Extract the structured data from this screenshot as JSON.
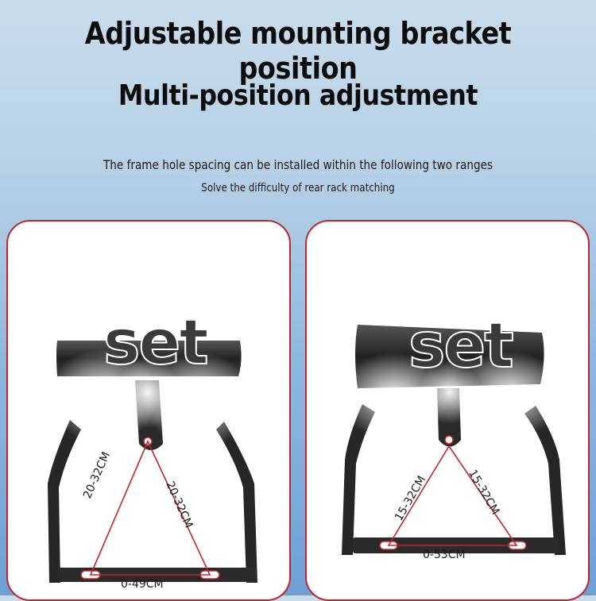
{
  "header": {
    "title": "Adjustable mounting bracket position",
    "subtitle": "Multi-position adjustment",
    "line1": "The frame hole spacing can be installed within the following two ranges",
    "line2": "Solve the difficulty of rear rack matching"
  },
  "left_panel": {
    "badge": "set",
    "side_left": "20-32CM",
    "side_right": "20-32CM",
    "base": "0-49CM"
  },
  "right_panel": {
    "badge": "set",
    "side_left": "15-32CM",
    "side_right": "15-32CM",
    "base": "0-53CM"
  },
  "colors": {
    "accent": "#c0262c",
    "bracket": "#2a2a2a"
  }
}
